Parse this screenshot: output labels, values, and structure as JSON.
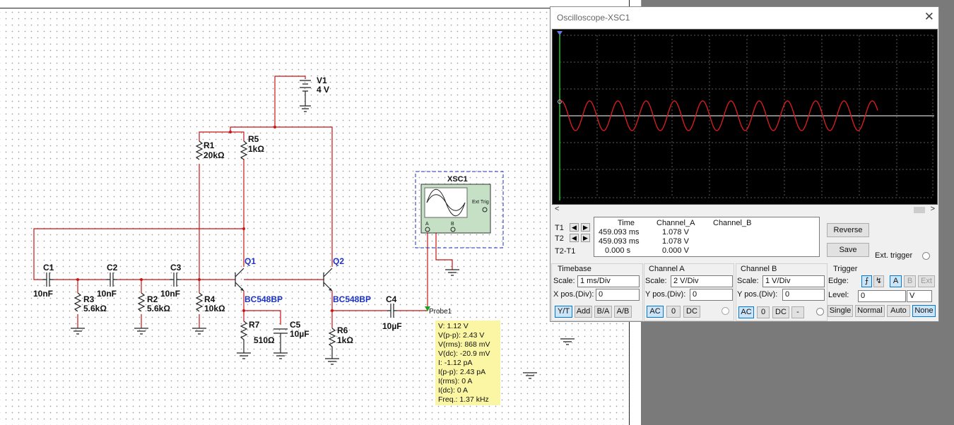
{
  "schematic": {
    "components": {
      "v1_name": "V1",
      "v1_value": "4 V",
      "r1_name": "R1",
      "r1_value": "20kΩ",
      "r5_name": "R5",
      "r5_value": "1kΩ",
      "q1_name": "Q1",
      "q1_model": "BC548BP",
      "q2_name": "Q2",
      "q2_model": "BC548BP",
      "c1_name": "C1",
      "c1_value": "10nF",
      "c2_name": "C2",
      "c2_value": "10nF",
      "c3_name": "C3",
      "c3_value": "10nF",
      "r3_name": "R3",
      "r3_value": "5.6kΩ",
      "r2_name": "R2",
      "r2_value": "5.6kΩ",
      "r4_name": "R4",
      "r4_value": "10kΩ",
      "r7_name": "R7",
      "r7_value": "510Ω",
      "c5_name": "C5",
      "c5_value": "10µF",
      "r6_name": "R6",
      "r6_value": "1kΩ",
      "c4_name": "C4",
      "c4_value": "10µF",
      "xsc1_name": "XSC1",
      "ext_trig": "Ext Trig",
      "pin_a": "A",
      "pin_b": "B",
      "probe_name": "Probe1"
    },
    "probe_readout": [
      "V: 1.12 V",
      "V(p-p): 2.43 V",
      "V(rms): 868 mV",
      "V(dc): -20.9 mV",
      "I: -1.12 pA",
      "I(p-p): 2.43 pA",
      "I(rms): 0 A",
      "I(dc): 0 A",
      "Freq.: 1.37 kHz"
    ],
    "wire_color": "#c81414",
    "label_color": "#1a32c8"
  },
  "scope": {
    "title": "Oscilloscope-XSC1",
    "trace_color": "#d21e1e",
    "readout": {
      "headers": {
        "time": "Time",
        "a": "Channel_A",
        "b": "Channel_B"
      },
      "rows": [
        {
          "label": "T1",
          "time": "459.093 ms",
          "a": "1.078 V",
          "b": ""
        },
        {
          "label": "T2",
          "time": "459.093 ms",
          "a": "1.078 V",
          "b": ""
        },
        {
          "label": "T2-T1",
          "time": "0.000 s",
          "a": "0.000 V",
          "b": ""
        }
      ]
    },
    "reverse_label": "Reverse",
    "save_label": "Save",
    "ext_trigger_label": "Ext. trigger",
    "timebase": {
      "title": "Timebase",
      "scale_label": "Scale:",
      "scale_value": "1 ms/Div",
      "xpos_label": "X pos.(Div):",
      "xpos_value": "0",
      "modes": [
        "Y/T",
        "Add",
        "B/A",
        "A/B"
      ],
      "active_mode": "Y/T"
    },
    "channel_a": {
      "title": "Channel A",
      "scale_label": "Scale:",
      "scale_value": "2  V/Div",
      "ypos_label": "Y pos.(Div):",
      "ypos_value": "0",
      "coupling": [
        "AC",
        "0",
        "DC"
      ],
      "active_coupling": "AC"
    },
    "channel_b": {
      "title": "Channel B",
      "scale_label": "Scale:",
      "scale_value": "1  V/Div",
      "ypos_label": "Y pos.(Div):",
      "ypos_value": "0",
      "coupling": [
        "AC",
        "0",
        "DC",
        "-"
      ],
      "active_coupling": "AC"
    },
    "trigger": {
      "title": "Trigger",
      "edge_label": "Edge:",
      "edge_buttons": [
        "A",
        "B",
        "Ext"
      ],
      "active_source": "A",
      "level_label": "Level:",
      "level_value": "0",
      "level_unit": "V",
      "modes": [
        "Single",
        "Normal",
        "Auto",
        "None"
      ],
      "active_mode": "None"
    }
  }
}
